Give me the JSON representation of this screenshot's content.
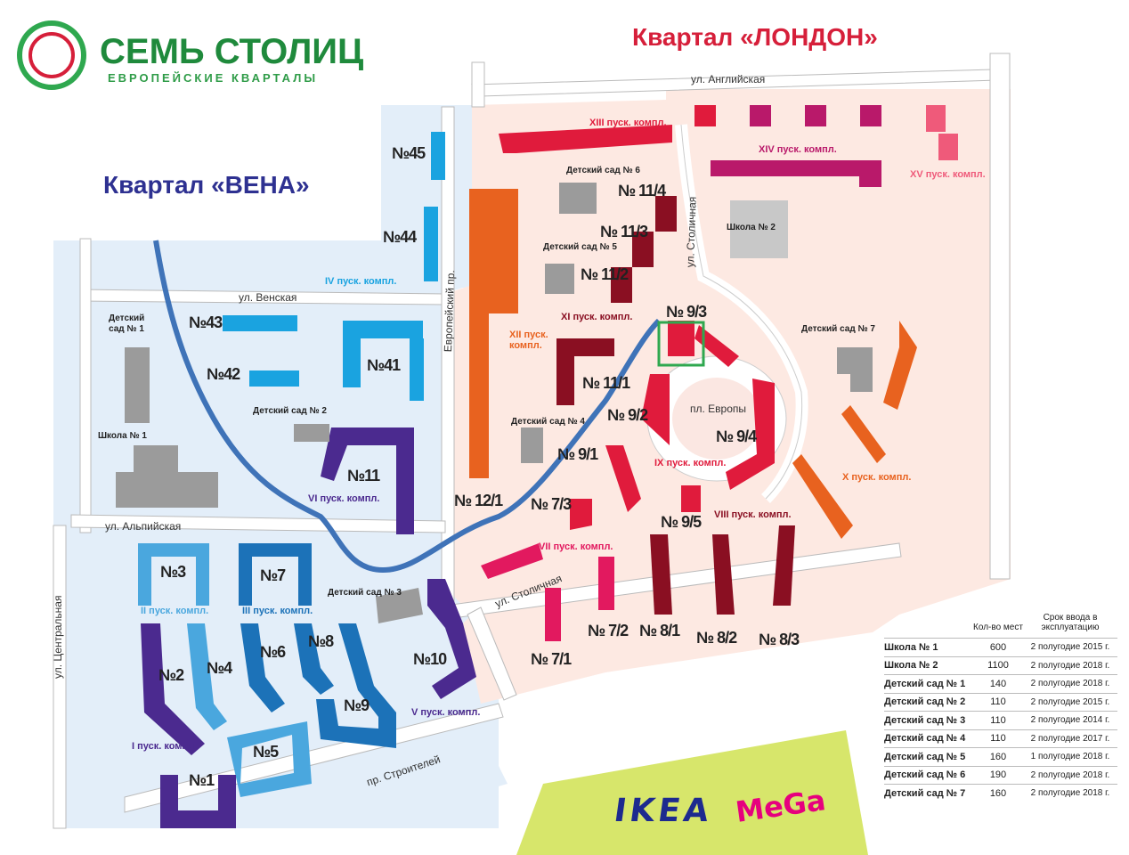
{
  "brand": {
    "name": "СЕМЬ СТОЛИЦ",
    "subtitle": "ЕВРОПЕЙСКИЕ КВАРТАЛЫ"
  },
  "quarters": {
    "london": "Квартал «ЛОНДОН»",
    "vena": "Квартал «ВЕНА»"
  },
  "streets": {
    "angliyskaya": "ул. Английская",
    "venskaya": "ул. Венская",
    "evropeyskiy": "Европейский пр.",
    "stolichnaya_top": "ул. Столичная",
    "stolichnaya_bottom": "ул. Столичная",
    "alpiyskaya": "ул. Альпийская",
    "tsentralnaya": "ул. Центральная",
    "stroiteley": "пр. Строителей",
    "pl_evropy": "пл. Европы"
  },
  "phases": {
    "i": "I пуск. компл.",
    "ii": "II пуск. компл.",
    "iii": "III пуск. компл.",
    "iv": "IV пуск. компл.",
    "v": "V пуск. компл.",
    "vi": "VI пуск. компл.",
    "vii": "VII пуск. компл.",
    "viii": "VIII пуск. компл.",
    "ix": "IX пуск. компл.",
    "x": "X пуск. компл.",
    "xi": "XI пуск. компл.",
    "xii": "XII пуск. компл.",
    "xiii": "XIII пуск. компл.",
    "xiv": "XIV пуск. компл.",
    "xv": "XV пуск. компл."
  },
  "buildings": {
    "n1": "№1",
    "n2": "№2",
    "n3": "№3",
    "n4": "№4",
    "n5": "№5",
    "n6": "№6",
    "n7": "№7",
    "n8": "№8",
    "n9": "№9",
    "n10": "№10",
    "n11": "№11",
    "n41": "№41",
    "n42": "№42",
    "n43": "№43",
    "n44": "№44",
    "n45": "№45",
    "b7_1": "№ 7/1",
    "b7_2": "№ 7/2",
    "b7_3": "№ 7/3",
    "b8_1": "№ 8/1",
    "b8_2": "№ 8/2",
    "b8_3": "№ 8/3",
    "b9_1": "№ 9/1",
    "b9_2": "№ 9/2",
    "b9_3": "№ 9/3",
    "b9_4": "№ 9/4",
    "b9_5": "№ 9/5",
    "b11_1": "№ 11/1",
    "b11_2": "№ 11/2",
    "b11_3": "№ 11/3",
    "b11_4": "№ 11/4",
    "b12_1": "№ 12/1"
  },
  "facilities": {
    "school1": "Школа № 1",
    "school2": "Школа № 2",
    "ds1": "Детский сад № 1",
    "ds2": "Детский сад № 2",
    "ds3": "Детский сад № 3",
    "ds4": "Детский сад № 4",
    "ds5": "Детский сад № 5",
    "ds6": "Детский сад № 6",
    "ds7": "Детский сад № 7"
  },
  "legend": {
    "col_places": "Кол-во мест",
    "col_date": "Срок ввода в эксплуатацию",
    "rows": [
      {
        "name": "Школа № 1",
        "places": "600",
        "date": "2 полугодие 2015 г."
      },
      {
        "name": "Школа № 2",
        "places": "1100",
        "date": "2 полугодие 2018 г."
      },
      {
        "name": "Детский сад № 1",
        "places": "140",
        "date": "2 полугодие 2018 г."
      },
      {
        "name": "Детский сад № 2",
        "places": "110",
        "date": "2 полугодие 2015 г."
      },
      {
        "name": "Детский сад № 3",
        "places": "110",
        "date": "2 полугодие 2014 г."
      },
      {
        "name": "Детский сад № 4",
        "places": "110",
        "date": "2 полугодие 2017 г."
      },
      {
        "name": "Детский сад № 5",
        "places": "160",
        "date": "1 полугодие 2018 г."
      },
      {
        "name": "Детский сад № 6",
        "places": "190",
        "date": "2 полугодие 2018 г."
      },
      {
        "name": "Детский сад № 7",
        "places": "160",
        "date": "2 полугодие 2018 г."
      }
    ]
  },
  "malls": {
    "ikea": "IKEA",
    "mega": "MeGa"
  },
  "colors": {
    "vena_bg": "#e3eef9",
    "london_bg": "#fde9e2",
    "river": "#3f73b8",
    "brand_green": "#1f8a3c",
    "london_red": "#d61f3a",
    "vena_blue": "#2e3191",
    "highlight": "#2fa84f",
    "mall_green": "#d7e66b"
  }
}
